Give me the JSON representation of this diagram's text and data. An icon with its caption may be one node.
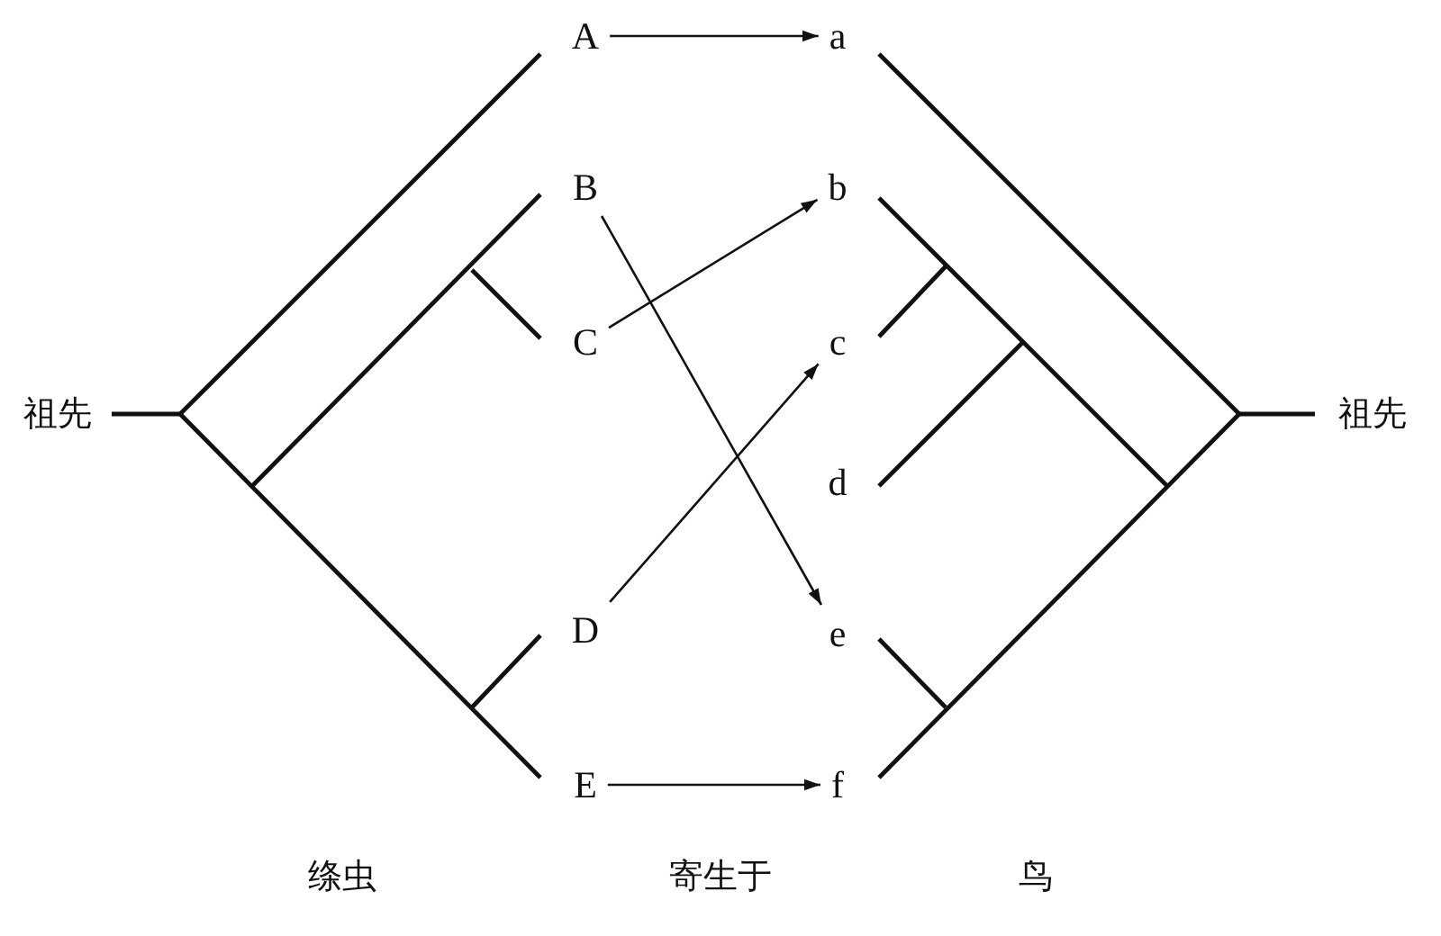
{
  "diagram": {
    "nodes": [
      {
        "text": [
          "祖先"
        ]
      },
      {
        "text": [
          "A"
        ]
      },
      {
        "text": [
          "B"
        ]
      },
      {
        "text": [
          "C"
        ]
      },
      {
        "text": [
          "D"
        ]
      },
      {
        "text": [
          "E"
        ]
      },
      {
        "text": [
          "a"
        ]
      },
      {
        "text": [
          "b"
        ]
      },
      {
        "text": [
          "c"
        ]
      },
      {
        "text": [
          "d"
        ]
      },
      {
        "text": [
          "e"
        ]
      },
      {
        "text": [
          "f"
        ]
      },
      {
        "text": [
          "祖先"
        ]
      }
    ],
    "edges": [
      {
        "from": 1,
        "to": 6,
        "arrow": "to"
      },
      {
        "from": 2,
        "to": 10,
        "arrow": "to"
      },
      {
        "from": 3,
        "to": 7,
        "arrow": "to"
      },
      {
        "from": 4,
        "to": 8,
        "arrow": "to"
      },
      {
        "from": 5,
        "to": 11,
        "arrow": "to"
      }
    ],
    "labels": [
      "绦虫",
      "寄生于",
      "鸟"
    ]
  }
}
